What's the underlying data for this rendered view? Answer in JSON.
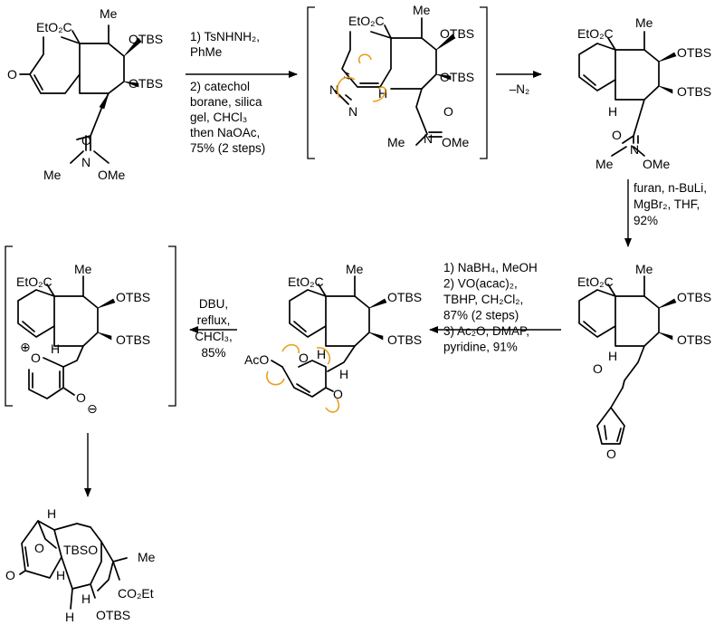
{
  "molecules": {
    "enone": {
      "ester": "EtO₂C",
      "me": "Me",
      "otbs1": "OTBS",
      "otbs2": "OTBS",
      "ketone_o": "O",
      "amide_o": "O",
      "amide_n": "N",
      "n_me": "Me",
      "n_ome": "OMe"
    },
    "diazene": {
      "ester": "EtO₂C",
      "me": "Me",
      "otbs1": "OTBS",
      "otbs2": "OTBS",
      "n1": "N",
      "n2": "N",
      "h": "H",
      "amide_o": "O",
      "amide_n": "N",
      "n_me": "Me",
      "n_ome": "OMe"
    },
    "alkene": {
      "ester": "EtO₂C",
      "me": "Me",
      "otbs1": "OTBS",
      "otbs2": "OTBS",
      "h": "H",
      "amide_o": "O",
      "amide_n": "N",
      "n_me": "Me",
      "n_ome": "OMe"
    },
    "furyl": {
      "ester": "EtO₂C",
      "me": "Me",
      "otbs1": "OTBS",
      "otbs2": "OTBS",
      "h": "H",
      "ketone_o": "O",
      "furan_o": "O"
    },
    "pyranone": {
      "ester": "EtO₂C",
      "me": "Me",
      "otbs1": "OTBS",
      "otbs2": "OTBS",
      "h_ring": "H",
      "h_chain": "H",
      "aco": "AcO",
      "ring_o": "O",
      "ketone_o": "O"
    },
    "ylide": {
      "ester": "EtO₂C",
      "me": "Me",
      "otbs1": "OTBS",
      "otbs2": "OTBS",
      "h": "H",
      "o_plus": "O",
      "plus": "⊕",
      "o_minus": "O",
      "minus": "⊖"
    },
    "product": {
      "h_top": "H",
      "o_bridge": "O",
      "tbso": "TBSO",
      "me": "Me",
      "ketone_o": "O",
      "h_mid": "H",
      "co2et": "CO₂Et",
      "h_low": "H",
      "otbs": "OTBS",
      "h_bottom": "H"
    }
  },
  "steps": {
    "step1": [
      "1) TsNHNH₂,",
      "PhMe",
      "2) catechol",
      "borane, silica",
      "gel, CHCl₃",
      "then NaOAc,",
      "75% (2 steps)"
    ],
    "step2": [
      "–N₂"
    ],
    "step3": [
      "furan, n-BuLi,",
      "MgBr₂, THF,",
      "92%"
    ],
    "step4": [
      "1) NaBH₄, MeOH",
      "2) VO(acac)₂,",
      "TBHP, CH₂Cl₂,",
      "87% (2 steps)",
      "3) Ac₂O, DMAP,",
      "pyridine, 91%"
    ],
    "step5": [
      "DBU,",
      "reflux,",
      "CHCl₃,",
      "85%"
    ]
  },
  "colors": {
    "arrow_pushing": "#e8a020",
    "ink": "#000000"
  }
}
